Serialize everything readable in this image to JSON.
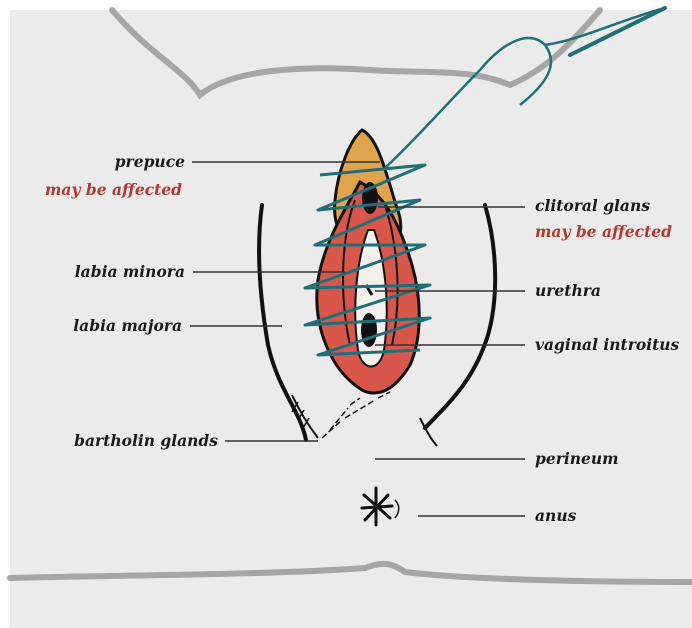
{
  "labels": {
    "prepuce": "prepuce",
    "prepuce_note": "may be affected",
    "labia_minora": "labia minora",
    "labia_majora": "labia majora",
    "bartholin_glands": "bartholin glands",
    "clitoral_glans": "clitoral glans",
    "clitoral_glans_note": "may be affected",
    "urethra": "urethra",
    "vaginal_introitus": "vaginal introitus",
    "perineum": "perineum",
    "anus": "anus"
  },
  "colors": {
    "background": "#ebebeb",
    "body_outline": "#a6a6a6",
    "ink": "#111111",
    "prepuce_fill": "#e0a54c",
    "labia_fill": "#d8574a",
    "suture": "#1e6f7a",
    "note_text": "#b03a2e"
  }
}
